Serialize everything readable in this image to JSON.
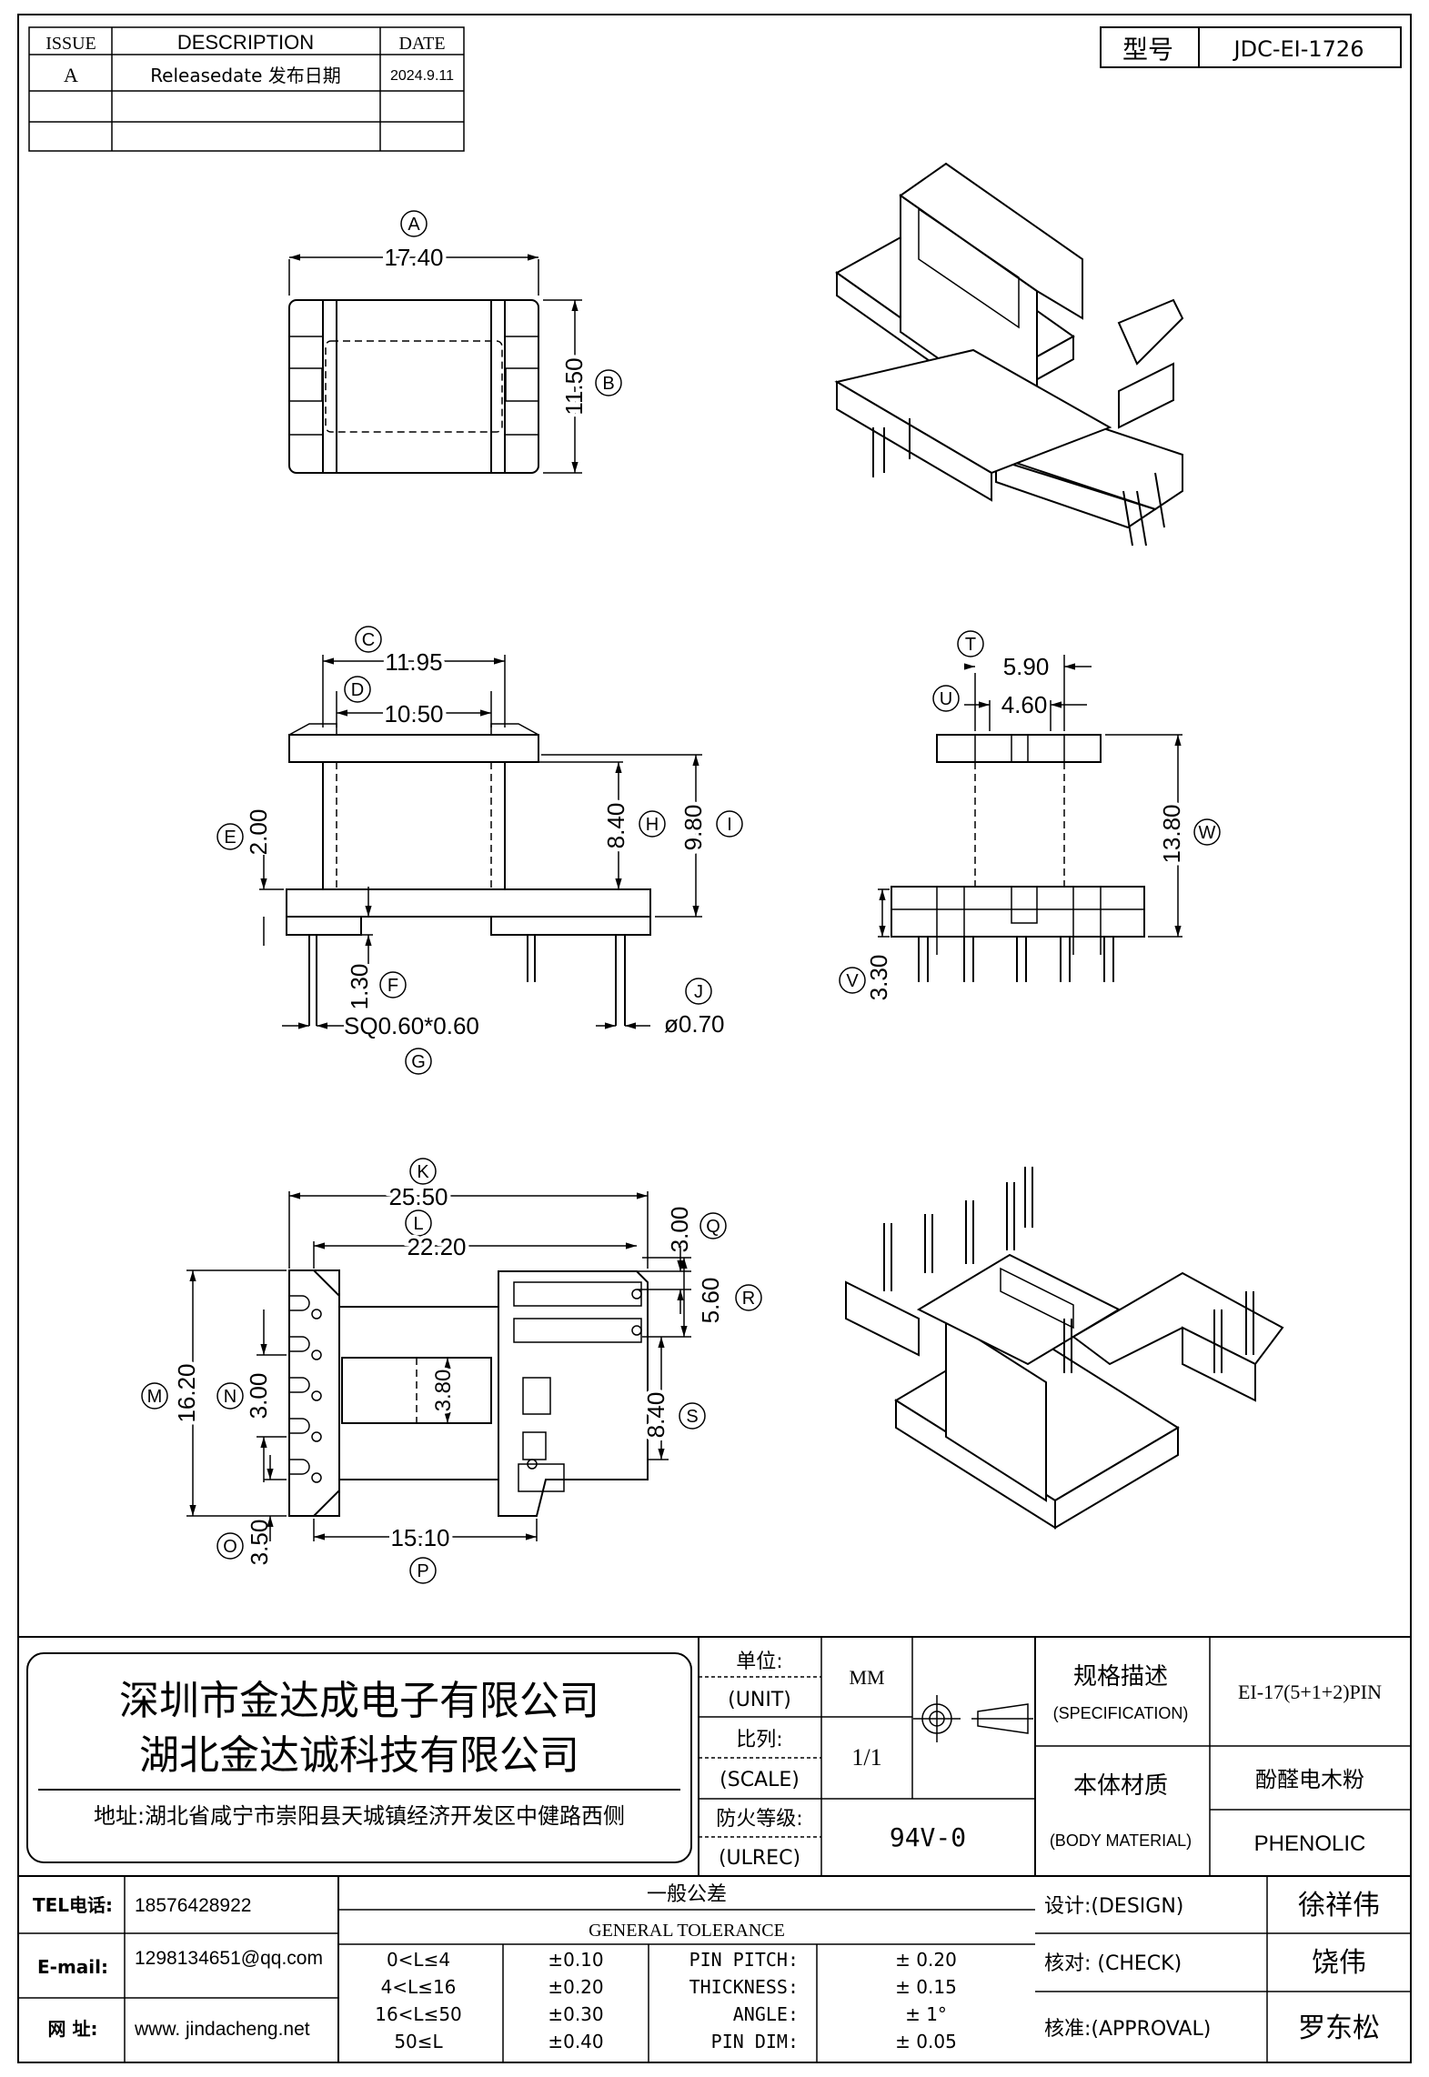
{
  "revision": {
    "headers": [
      "ISSUE",
      "DESCRIPTION",
      "DATE"
    ],
    "rows": [
      [
        "A",
        "Releasedate 发布日期",
        "2024.9.11"
      ],
      [
        "",
        "",
        ""
      ],
      [
        "",
        "",
        ""
      ]
    ]
  },
  "model": {
    "label": "型号",
    "value": "JDC-EI-1726"
  },
  "dims": {
    "A": {
      "letter": "A",
      "value": "17.40"
    },
    "B": {
      "letter": "B",
      "value": "11.50"
    },
    "C": {
      "letter": "C",
      "value": "11.95"
    },
    "D": {
      "letter": "D",
      "value": "10.50"
    },
    "E": {
      "letter": "E",
      "value": "2.00"
    },
    "F": {
      "letter": "F",
      "value": "1.30"
    },
    "G": {
      "letter": "G",
      "value": "SQ0.60*0.60"
    },
    "H": {
      "letter": "H",
      "value": "8.40"
    },
    "I": {
      "letter": "I",
      "value": "9.80"
    },
    "J": {
      "letter": "J",
      "value": "ø0.70"
    },
    "K": {
      "letter": "K",
      "value": "25.50"
    },
    "L": {
      "letter": "L",
      "value": "22.20"
    },
    "M": {
      "letter": "M",
      "value": "16.20"
    },
    "N": {
      "letter": "N",
      "value": "3.00"
    },
    "O": {
      "letter": "O",
      "value": "3.50"
    },
    "P": {
      "letter": "P",
      "value": "15.10"
    },
    "Q": {
      "letter": "Q",
      "value": "3.00"
    },
    "R": {
      "letter": "R",
      "value": "5.60"
    },
    "S": {
      "letter": "S",
      "value": "8.40"
    },
    "T": {
      "letter": "T",
      "value": "5.90"
    },
    "U": {
      "letter": "U",
      "value": "4.60"
    },
    "V": {
      "letter": "V",
      "value": "3.30"
    },
    "W": {
      "letter": "W",
      "value": "13.80"
    },
    "inner": {
      "letter": "",
      "value": "3.80"
    }
  },
  "company": {
    "name1": "深圳市金达成电子有限公司",
    "name2": "湖北金达诚科技有限公司",
    "address": "地址:湖北省咸宁市崇阳县天城镇经济开发区中健路西侧"
  },
  "unit": {
    "label": "单位:",
    "label_en": "(UNIT)",
    "value": "MM"
  },
  "scale": {
    "label": "比列:",
    "label_en": "(SCALE)",
    "value": "1/1"
  },
  "ulrec": {
    "label": "防火等级:",
    "label_en": "(ULREC)",
    "value": "94V-0"
  },
  "spec": {
    "label": "规格描述",
    "label_en": "(SPECIFICATION)",
    "value": "EI-17(5+1+2)PIN"
  },
  "material": {
    "label": "本体材质",
    "label_en": "(BODY MATERIAL)",
    "value": "酚醛电木粉",
    "value_en": "PHENOLIC"
  },
  "contact": {
    "tel_label": "TEL电话:",
    "tel": "18576428922",
    "email_label": "E-mail:",
    "email": "1298134651@qq.com",
    "web_label": "网    址:",
    "web": "www. jindacheng.net"
  },
  "tolerance": {
    "title": "一般公差",
    "title_en": "GENERAL TOLERANCE",
    "ranges": [
      [
        "0<L≤4",
        "±0.10"
      ],
      [
        "4<L≤16",
        "±0.20"
      ],
      [
        "16<L≤50",
        "±0.30"
      ],
      [
        "50≤L",
        "±0.40"
      ]
    ],
    "items": [
      [
        "PIN PITCH:",
        "± 0.20"
      ],
      [
        "THICKNESS:",
        "± 0.15"
      ],
      [
        "ANGLE:",
        "± 1°"
      ],
      [
        "PIN DIM:",
        "± 0.05"
      ]
    ]
  },
  "signoff": [
    {
      "label": "设计:(DESIGN)",
      "name": "徐祥伟"
    },
    {
      "label": "核对: (CHECK)",
      "name": "饶伟"
    },
    {
      "label": "核准:(APPROVAL)",
      "name": "罗东松"
    }
  ]
}
